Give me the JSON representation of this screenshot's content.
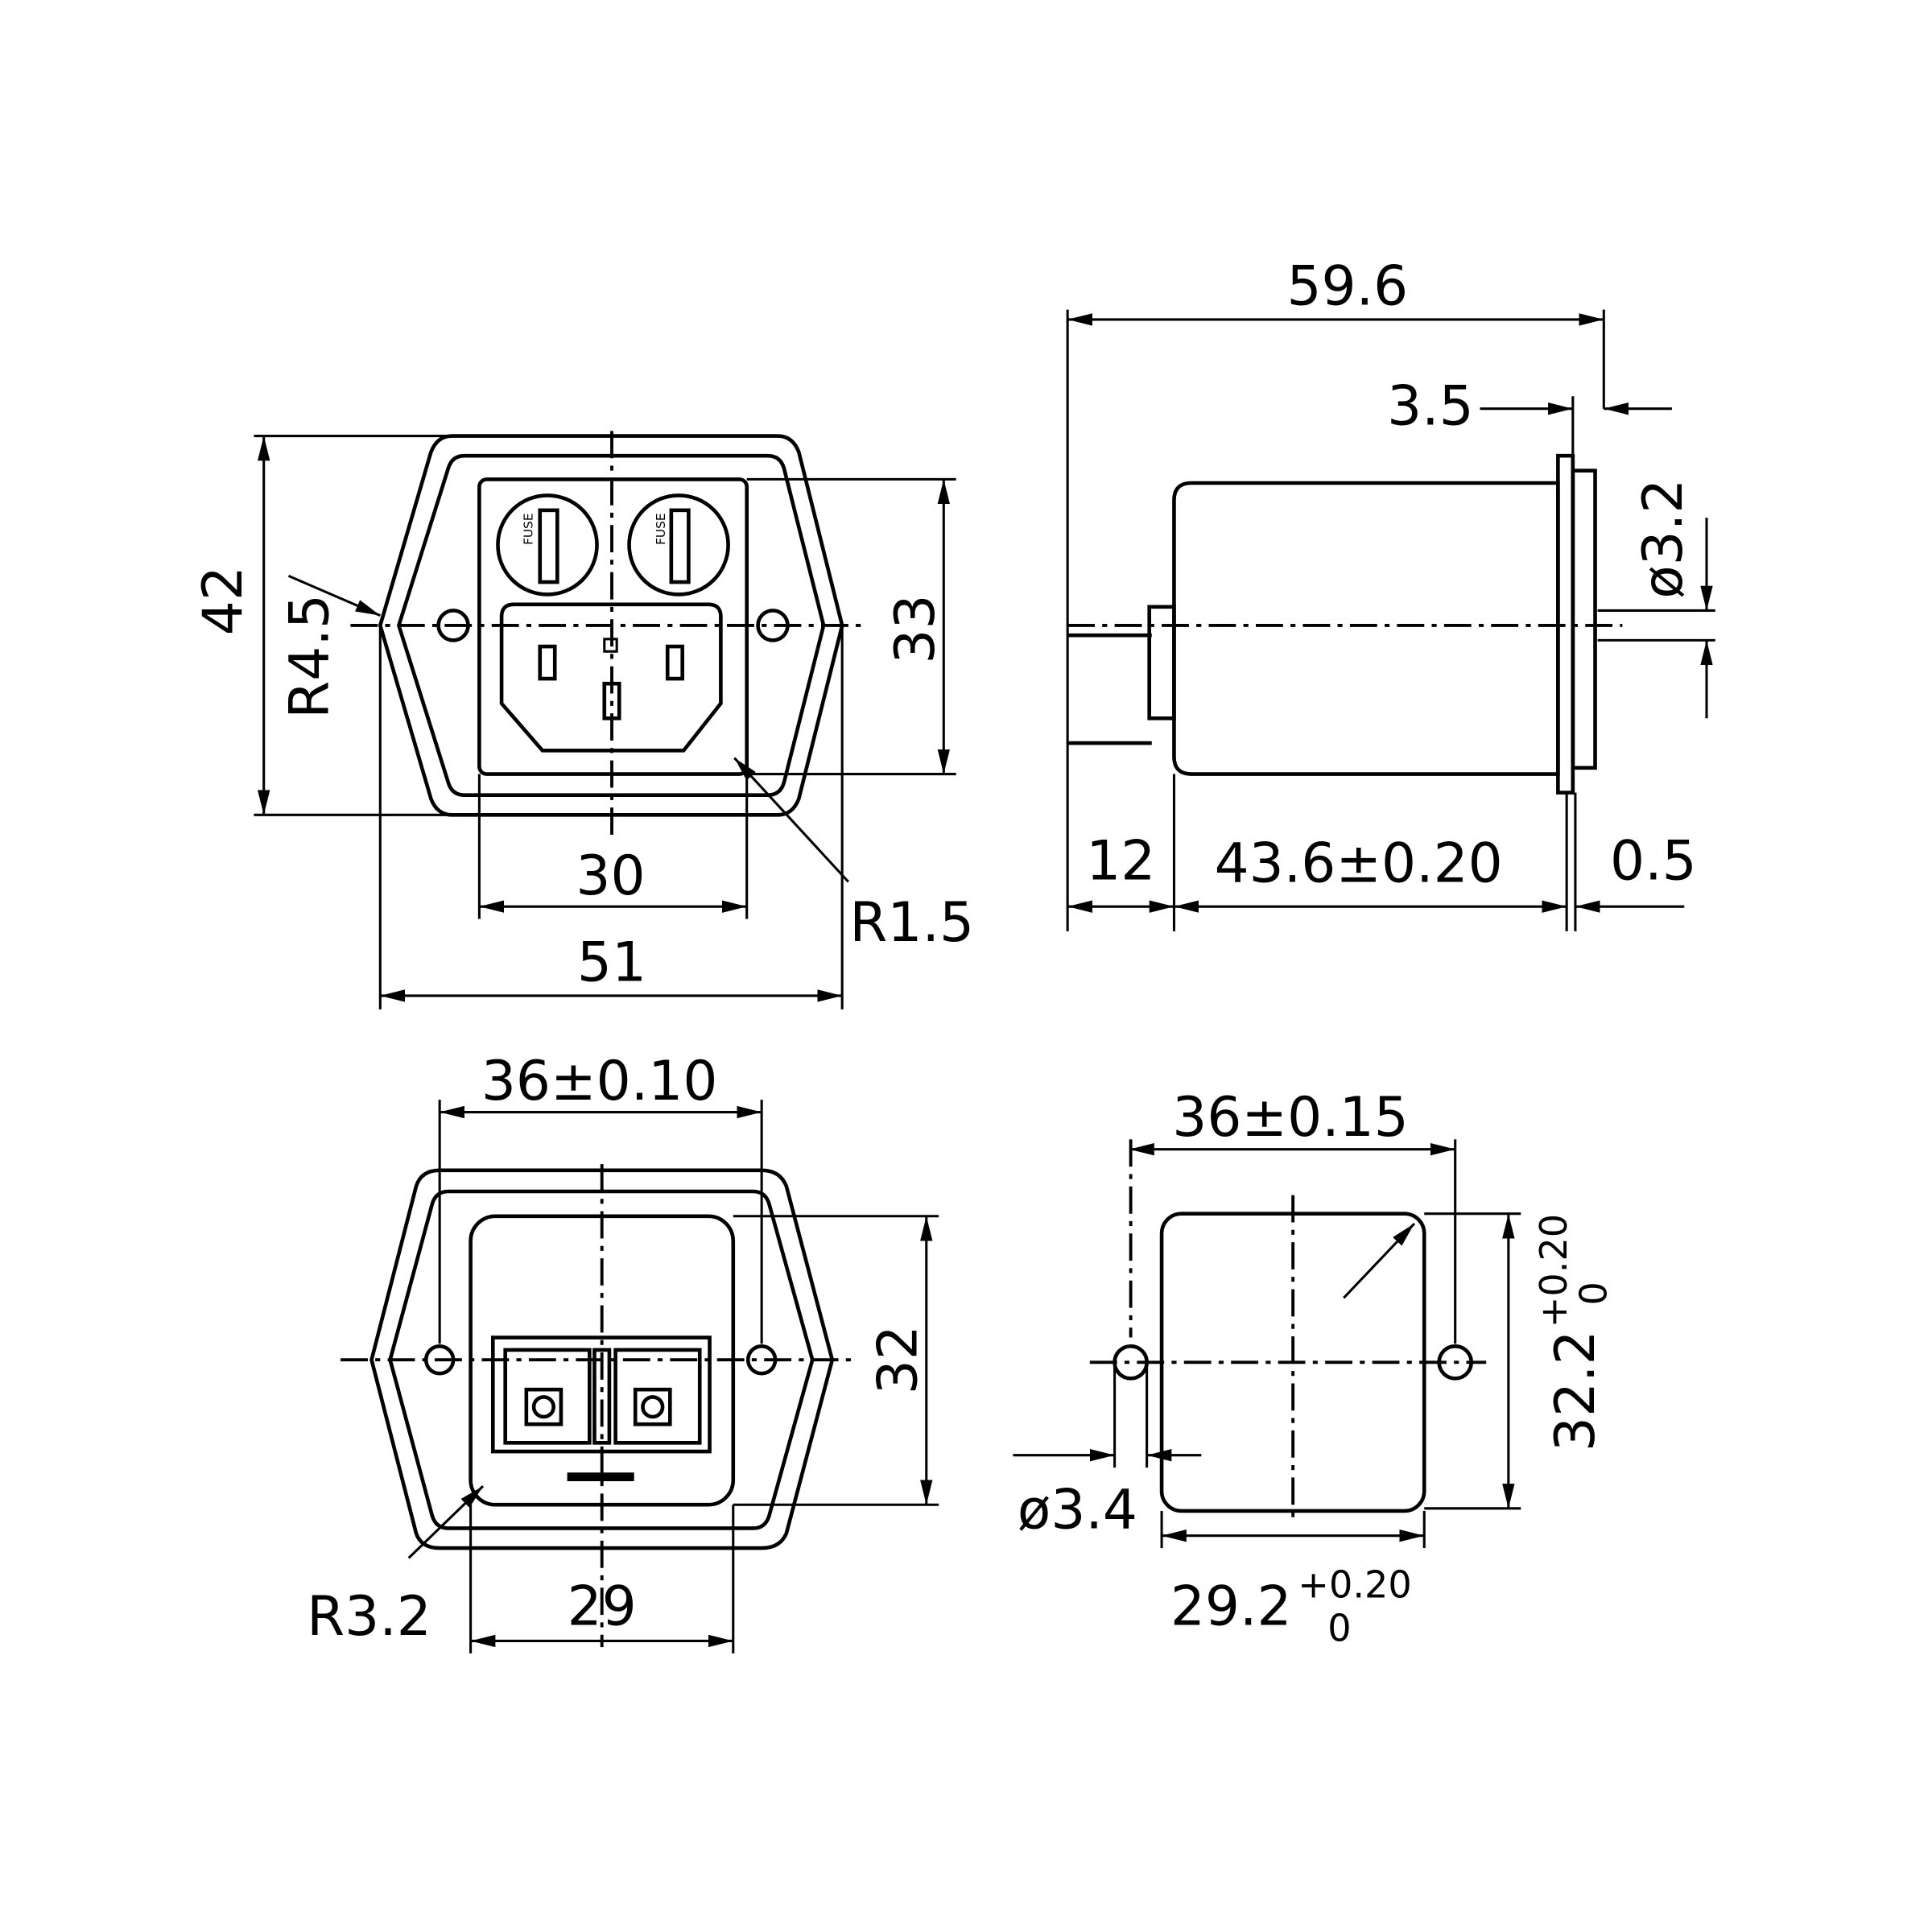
{
  "line_color": "#000000",
  "background": "#ffffff",
  "front_view": {
    "height_outer": "42",
    "height_inner": "33",
    "width_inner": "30",
    "width_outer": "51",
    "radius_corner": "R4.5",
    "radius_small": "R1.5",
    "fuse_label": "FUSE"
  },
  "side_view": {
    "total_length": "59.6",
    "flange_thickness": "3.5",
    "hole_diameter": "ø3.2",
    "pin_length": "12",
    "body_length": "43.6±0.20",
    "gap": "0.5"
  },
  "rear_view": {
    "hole_spacing": "36±0.10",
    "height": "32",
    "width": "29",
    "radius": "R3.2"
  },
  "panel_cutout": {
    "hole_spacing": "36±0.15",
    "height": "32.2",
    "height_tol_upper": "+0.20",
    "height_tol_lower": "0",
    "hole_diameter": "ø3.4",
    "width": "29.2",
    "width_tol_upper": "+0.20",
    "width_tol_lower": "0"
  }
}
